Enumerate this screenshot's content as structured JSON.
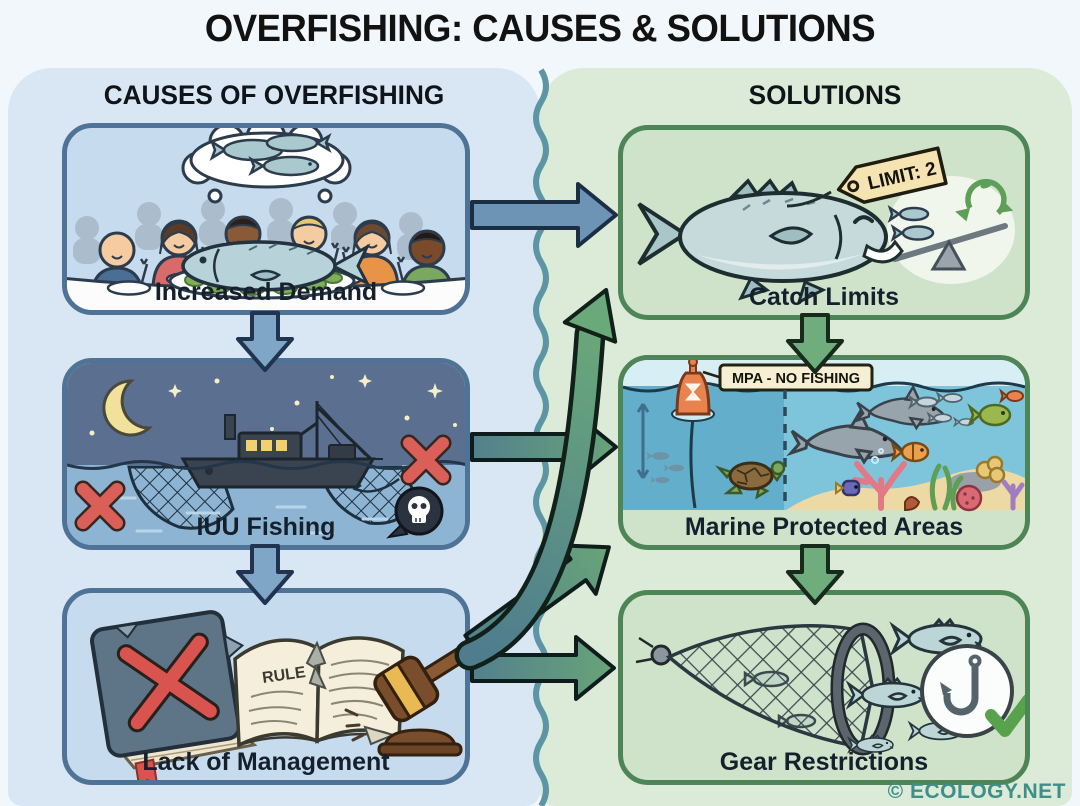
{
  "title": "OVERFISHING: CAUSES & SOLUTIONS",
  "causes": {
    "header": "CAUSES OF OVERFISHING",
    "panels": [
      {
        "label": "Increased Demand"
      },
      {
        "label": "IUU Fishing"
      },
      {
        "label": "Lack of Management",
        "book_text": "RULE"
      }
    ]
  },
  "solutions": {
    "header": "SOLUTIONS",
    "panels": [
      {
        "label": "Catch Limits",
        "tag": "LIMIT: 2"
      },
      {
        "label": "Marine Protected Areas",
        "sign": "MPA - NO FISHING"
      },
      {
        "label": "Gear Restrictions"
      }
    ]
  },
  "flows": [
    {
      "from": "Increased Demand",
      "to": "IUU Fishing"
    },
    {
      "from": "IUU Fishing",
      "to": "Lack of Management"
    },
    {
      "from": "Increased Demand",
      "to": "Catch Limits"
    },
    {
      "from": "IUU Fishing",
      "to": "Marine Protected Areas"
    },
    {
      "from": "Lack of Management",
      "to": "Catch Limits"
    },
    {
      "from": "Lack of Management",
      "to": "Marine Protected Areas"
    },
    {
      "from": "Lack of Management",
      "to": "Gear Restrictions"
    },
    {
      "from": "Catch Limits",
      "to": "Marine Protected Areas"
    },
    {
      "from": "Marine Protected Areas",
      "to": "Gear Restrictions"
    }
  ],
  "credit": "© ECOLOGY.NET",
  "colors": {
    "causes_bg": "#d9e7f4",
    "solutions_bg": "#dcebd8",
    "cause_panel_fill": "#c7dbee",
    "cause_panel_border": "#4e7396",
    "solution_panel_fill": "#cfe3cb",
    "solution_panel_border": "#4e8557",
    "divider": "#5e95a5",
    "cause_arrow": "#7fa6c6",
    "solution_arrow": "#6fae7c",
    "flow_arrow_teal": "#52808e",
    "flow_arrow_green": "#68a478",
    "warning_red": "#d95f58",
    "credit_teal": "#3f8e8a"
  }
}
